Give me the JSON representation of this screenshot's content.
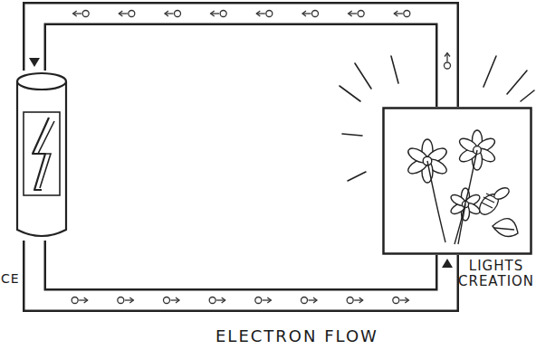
{
  "diagram": {
    "nodes": [
      {
        "text": [
          "CE"
        ]
      },
      {
        "text": [
          "LIGHTS CREATION"
        ]
      }
    ],
    "edges": [
      {
        "from": 0,
        "to": 1,
        "arrow": "to"
      },
      {
        "from": 1,
        "to": 0,
        "arrow": "to"
      }
    ],
    "labels": [
      "ELECTRON FLOW"
    ]
  }
}
